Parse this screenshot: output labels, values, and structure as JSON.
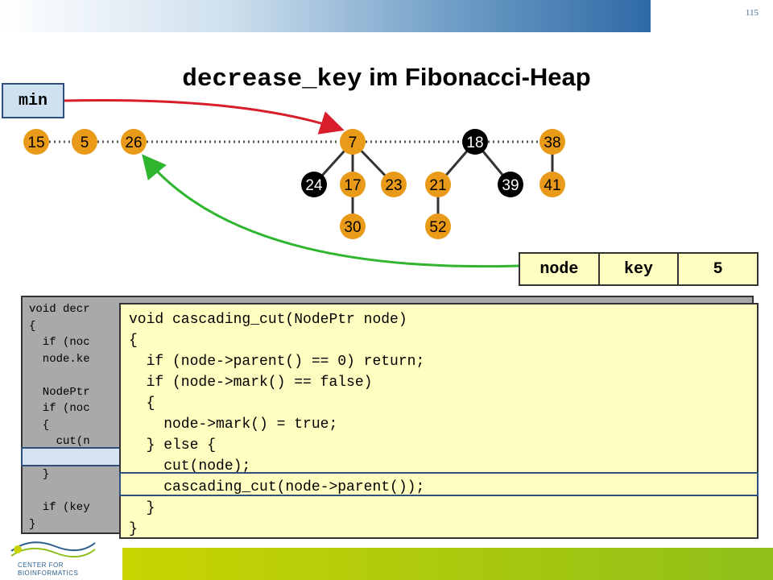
{
  "page_number": "115",
  "title": {
    "code": "decrease_key",
    "text": " im Fibonacci-Heap"
  },
  "min_label": "min",
  "nodes": [
    {
      "id": "n15",
      "label": "15",
      "fill": "#e89a18",
      "text": "#000000"
    },
    {
      "id": "n5",
      "label": "5",
      "fill": "#e89a18",
      "text": "#000000"
    },
    {
      "id": "n26",
      "label": "26",
      "fill": "#e89a18",
      "text": "#000000"
    },
    {
      "id": "n7",
      "label": "7",
      "fill": "#e89a18",
      "text": "#000000"
    },
    {
      "id": "n18",
      "label": "18",
      "fill": "#000000",
      "text": "#ffffff"
    },
    {
      "id": "n38",
      "label": "38",
      "fill": "#e89a18",
      "text": "#000000"
    },
    {
      "id": "n24",
      "label": "24",
      "fill": "#000000",
      "text": "#ffffff"
    },
    {
      "id": "n17",
      "label": "17",
      "fill": "#e89a18",
      "text": "#000000"
    },
    {
      "id": "n23",
      "label": "23",
      "fill": "#e89a18",
      "text": "#000000"
    },
    {
      "id": "n21",
      "label": "21",
      "fill": "#e89a18",
      "text": "#000000"
    },
    {
      "id": "n39",
      "label": "39",
      "fill": "#000000",
      "text": "#ffffff"
    },
    {
      "id": "n41",
      "label": "41",
      "fill": "#e89a18",
      "text": "#000000"
    },
    {
      "id": "n30",
      "label": "30",
      "fill": "#e89a18",
      "text": "#000000"
    },
    {
      "id": "n52",
      "label": "52",
      "fill": "#e89a18",
      "text": "#000000"
    }
  ],
  "root_list": [
    "n15",
    "n5",
    "n26",
    "n7",
    "n18",
    "n38"
  ],
  "edges": [
    [
      "n7",
      "n24"
    ],
    [
      "n7",
      "n17"
    ],
    [
      "n7",
      "n23"
    ],
    [
      "n17",
      "n30"
    ],
    [
      "n18",
      "n21"
    ],
    [
      "n18",
      "n39"
    ],
    [
      "n21",
      "n52"
    ],
    [
      "n38",
      "n41"
    ]
  ],
  "param_table": {
    "col1": "node",
    "col2": "key",
    "col3": "5"
  },
  "code_back": "void decr\n{\n  if (noc\n  node.ke\n\n  NodePtr\n  if (noc\n  {\n    cut(n\n    casca\n  }\n\n  if (key\n}",
  "code_front": "void cascading_cut(NodePtr node)\n{\n  if (node->parent() == 0) return;\n  if (node->mark() == false)\n  {\n    node->mark() = true;\n  } else {\n    cut(node);\n    cascading_cut(node->parent());\n  }\n}",
  "logo": {
    "line1": "CENTER FOR",
    "line2": "BIOINFORMATICS"
  },
  "colors": {
    "red_arrow": "#d81e2a",
    "green_arrow": "#2fb52f",
    "node_orange": "#e89a18"
  }
}
